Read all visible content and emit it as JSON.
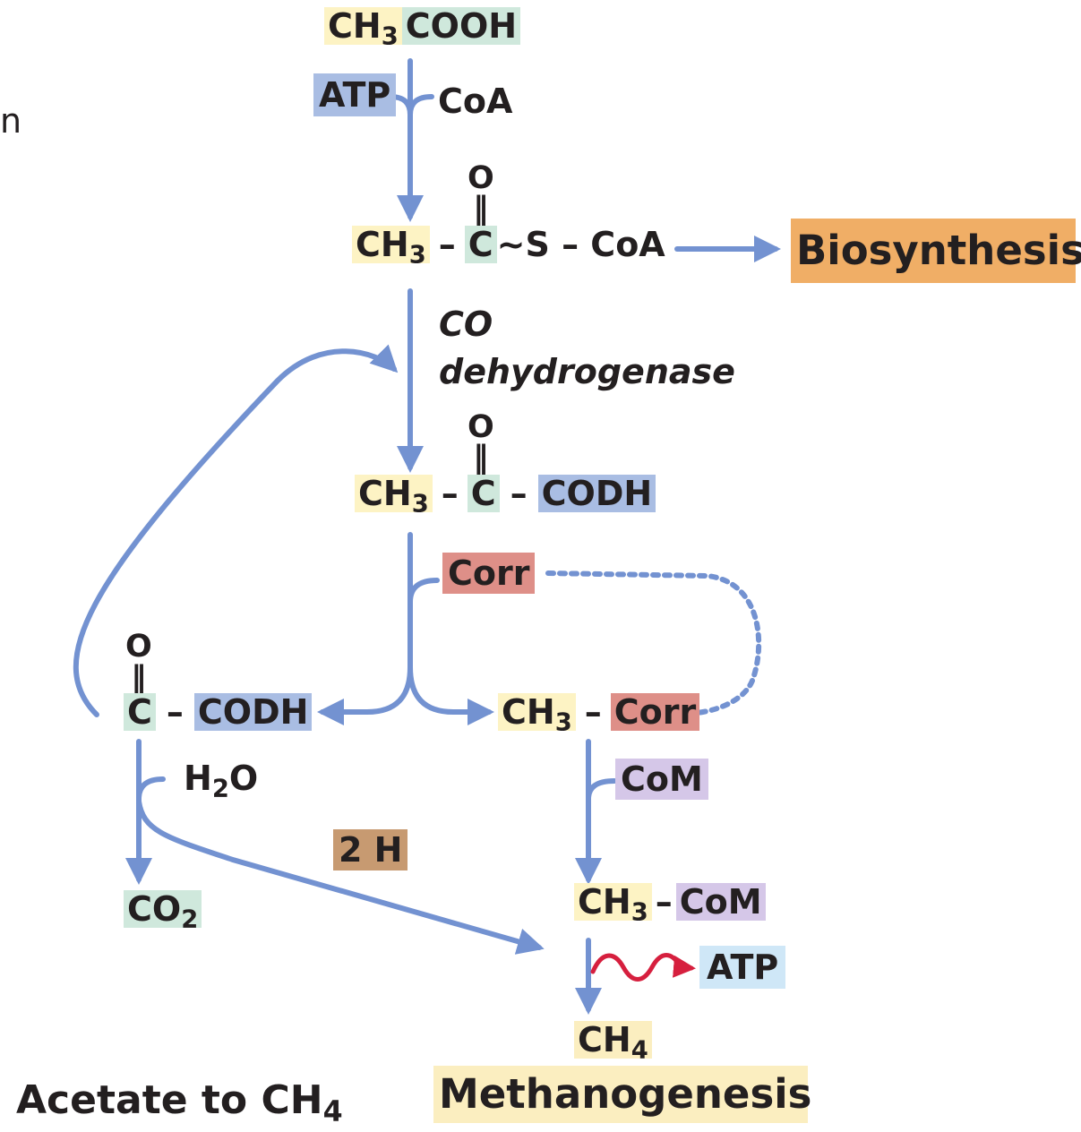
{
  "acetate": {
    "ch3": "CH",
    "ch3_sub": "3",
    "cooh": "COOH"
  },
  "step1": {
    "atp": "ATP",
    "coa": "CoA"
  },
  "acetyl_coa": {
    "o": "O",
    "ch3": "CH",
    "ch3_sub": "3",
    "dash1": "–",
    "c": "C",
    "rest": "~S – CoA"
  },
  "biosynthesis": "Biosynthesis",
  "enzyme": {
    "line1": "CO",
    "line2": "dehydrogenase"
  },
  "acetyl_codh": {
    "o": "O",
    "ch3": "CH",
    "ch3_sub": "3",
    "dash1": "–",
    "c": "C",
    "dash2": "–",
    "codh": "CODH"
  },
  "corr_in": "Corr",
  "co_codh": {
    "o": "O",
    "c": "C",
    "dash": "–",
    "codh": "CODH"
  },
  "methyl_corr": {
    "ch3": "CH",
    "ch3_sub": "3",
    "dash": "–",
    "corr": "Corr"
  },
  "water": {
    "h": "H",
    "sub": "2",
    "o": "O"
  },
  "com_in": "CoM",
  "two_h": "2 H",
  "co2": {
    "co": "CO",
    "sub": "2"
  },
  "methyl_com": {
    "ch3": "CH",
    "ch3_sub": "3",
    "dash": "–",
    "com": "CoM"
  },
  "atp_out": "ATP",
  "ch4": {
    "ch": "CH",
    "sub": "4"
  },
  "caption": {
    "text": "Acetate to CH",
    "sub": "4"
  },
  "methanogenesis": "Methanogenesis",
  "edge_glyph": "n",
  "colors": {
    "arrow": "#7392d1",
    "atp_arrow": "#d61f3e"
  }
}
